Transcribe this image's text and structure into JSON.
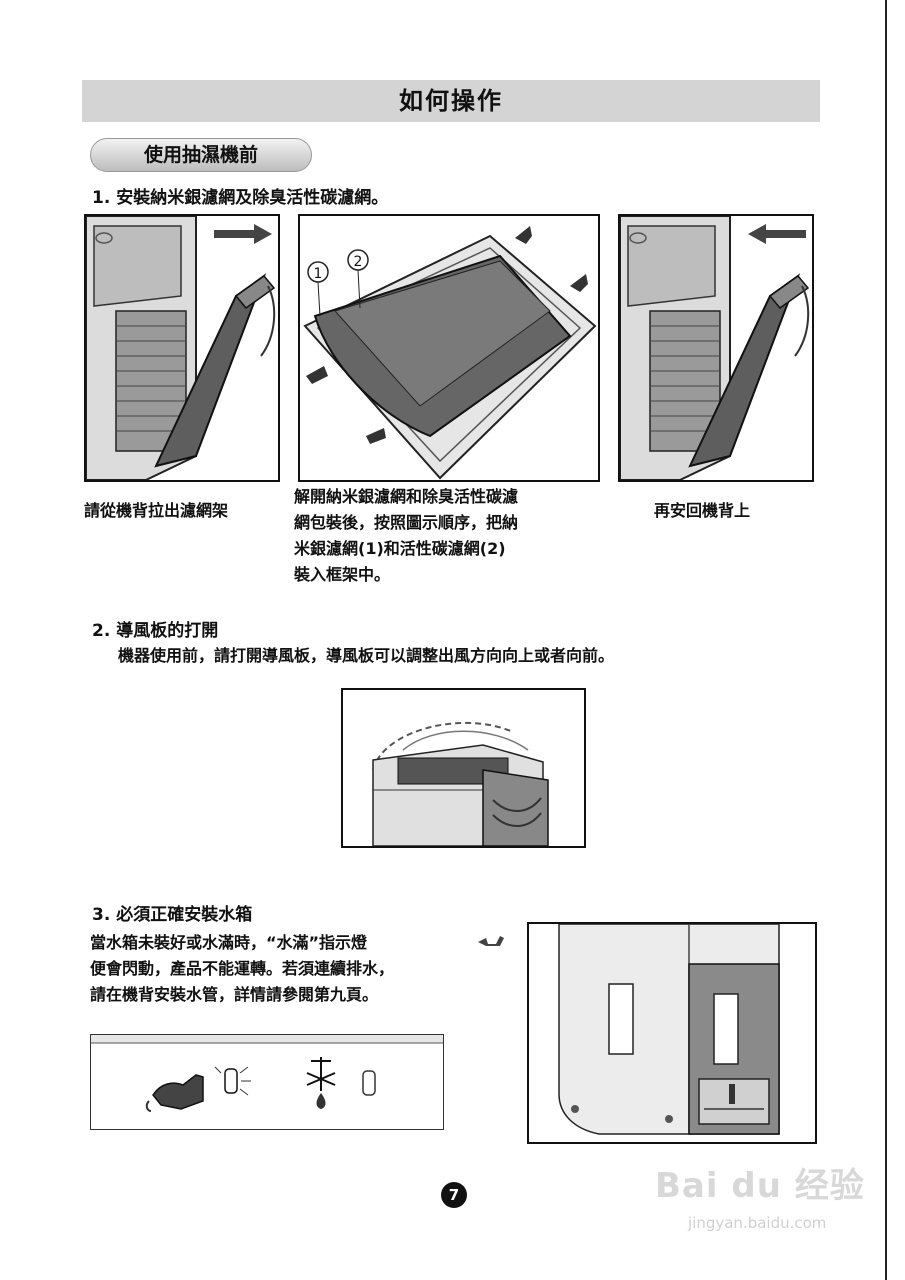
{
  "header": {
    "title": "如何操作"
  },
  "section": {
    "label": "使用抽濕機前"
  },
  "step1": {
    "title": "1. 安裝納米銀濾網及除臭活性碳濾網。",
    "callout_1": "1",
    "callout_2": "2",
    "caption_left": "請從機背拉出濾網架",
    "caption_middle": [
      "解開納米銀濾網和除臭活性碳濾",
      "網包裝後，按照圖示順序，把納",
      "米銀濾網(1)和活性碳濾網(2)",
      "裝入框架中。"
    ],
    "caption_right": "再安回機背上"
  },
  "step2": {
    "title": "2. 導風板的打開",
    "body": "機器使用前，請打開導風板，導風板可以調整出風方向向上或者向前。"
  },
  "step3": {
    "title": "3. 必須正確安裝水箱",
    "body": [
      "當水箱未裝好或水滿時，“水滿”指示燈",
      "便會閃動，產品不能運轉。若須連續排水，",
      "請在機背安裝水管，詳情請參閱第九頁。"
    ]
  },
  "footer": {
    "page_number": "7"
  },
  "watermark": {
    "logo": "Bai du 经验",
    "url": "jingyan.baidu.com"
  }
}
